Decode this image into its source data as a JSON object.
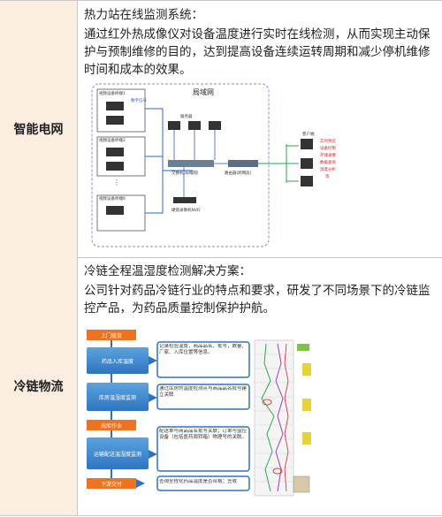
{
  "rows": [
    {
      "category": "智能电网",
      "heading": "热力站在线监测系统：",
      "paragraph": "通过红外热成像仪对设备温度进行实时在线检测，从而实现主动保护与预制维修的目的，达到提高设备连续运转周期和减少停机维修时间和成本的效果。",
      "diagram": {
        "lan_label": "局域网",
        "terminals": [
          "视频设备终端1",
          "视频设备终端2",
          "视频设备终端6"
        ],
        "digital_signal": "数字信号",
        "server_label": "服务器",
        "switch_label": "交换机(局域网)",
        "router_label": "路由器(跨网段)",
        "nvr_label": "硬盘录像机NVR",
        "client_label": "客户端",
        "client_lines": [
          "实时预览",
          "设备控制",
          "存储录像",
          "数据查询",
          "温度分析",
          "等"
        ]
      }
    },
    {
      "category": "冷链物流",
      "heading": "冷链全程温湿度检测解决方案：",
      "paragraph": "公司针对药品冷链行业的特点和要求，研发了不同场景下的冷链监控产品，为药品质量控制保护护航。",
      "flow": {
        "start": "上门揽货",
        "steps": [
          "药品入库温度",
          "库房温湿度监测",
          "出库作业",
          "运输配送温湿度监测",
          "下游交付"
        ],
        "details": [
          "记录检验温度，商品品名、批号，数量、厂家、入库位置等信息。",
          "通过库房的温度检测点与商品品名批号建立关联",
          "配送单与商品品名批号关联；订单与监控设备（包括医药周转箱）物理号的关联。",
          "查询全程化药品温度是否合格；签收"
        ]
      }
    }
  ]
}
